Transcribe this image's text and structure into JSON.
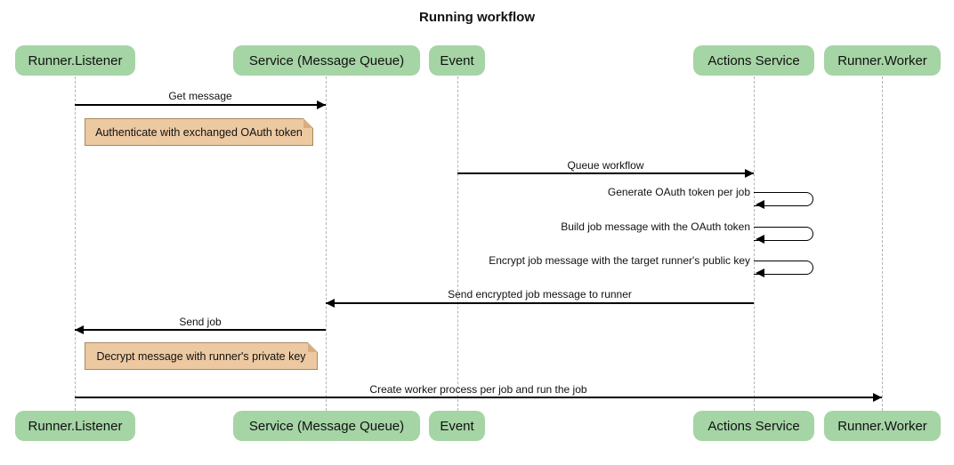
{
  "diagram": {
    "type": "sequence-diagram",
    "title": "Running workflow"
  },
  "colors": {
    "actor_fill": "#a5d4a5",
    "note_fill": "#edc9a2",
    "note_border": "#a8885e",
    "note_fold": "#d7ae80",
    "lifeline": "#b3b3b3",
    "arrow": "#000000"
  },
  "actors": [
    {
      "label": "Runner.Listener"
    },
    {
      "label": "Service (Message Queue)"
    },
    {
      "label": "Event"
    },
    {
      "label": "Actions Service"
    },
    {
      "label": "Runner.Worker"
    }
  ],
  "messages": [
    {
      "label": "Get message",
      "from": "Runner.Listener",
      "to": "Service (Message Queue)",
      "direction": "right"
    },
    {
      "label": "Queue workflow",
      "from": "Event",
      "to": "Actions Service",
      "direction": "right"
    },
    {
      "label": "Generate OAuth token per job",
      "from": "Actions Service",
      "to": "Actions Service",
      "direction": "self"
    },
    {
      "label": "Build job message with the OAuth token",
      "from": "Actions Service",
      "to": "Actions Service",
      "direction": "self"
    },
    {
      "label": "Encrypt job message with the target runner's public key",
      "from": "Actions Service",
      "to": "Actions Service",
      "direction": "self"
    },
    {
      "label": "Send encrypted job message to runner",
      "from": "Actions Service",
      "to": "Service (Message Queue)",
      "direction": "left"
    },
    {
      "label": "Send job",
      "from": "Service (Message Queue)",
      "to": "Runner.Listener",
      "direction": "left"
    },
    {
      "label": "Create worker process per job and run the job",
      "from": "Runner.Listener",
      "to": "Runner.Worker",
      "direction": "right"
    }
  ],
  "notes": [
    {
      "label": "Authenticate with exchanged OAuth token",
      "anchor": "Runner.Listener"
    },
    {
      "label": "Decrypt message with runner's private key",
      "anchor": "Runner.Listener"
    }
  ]
}
